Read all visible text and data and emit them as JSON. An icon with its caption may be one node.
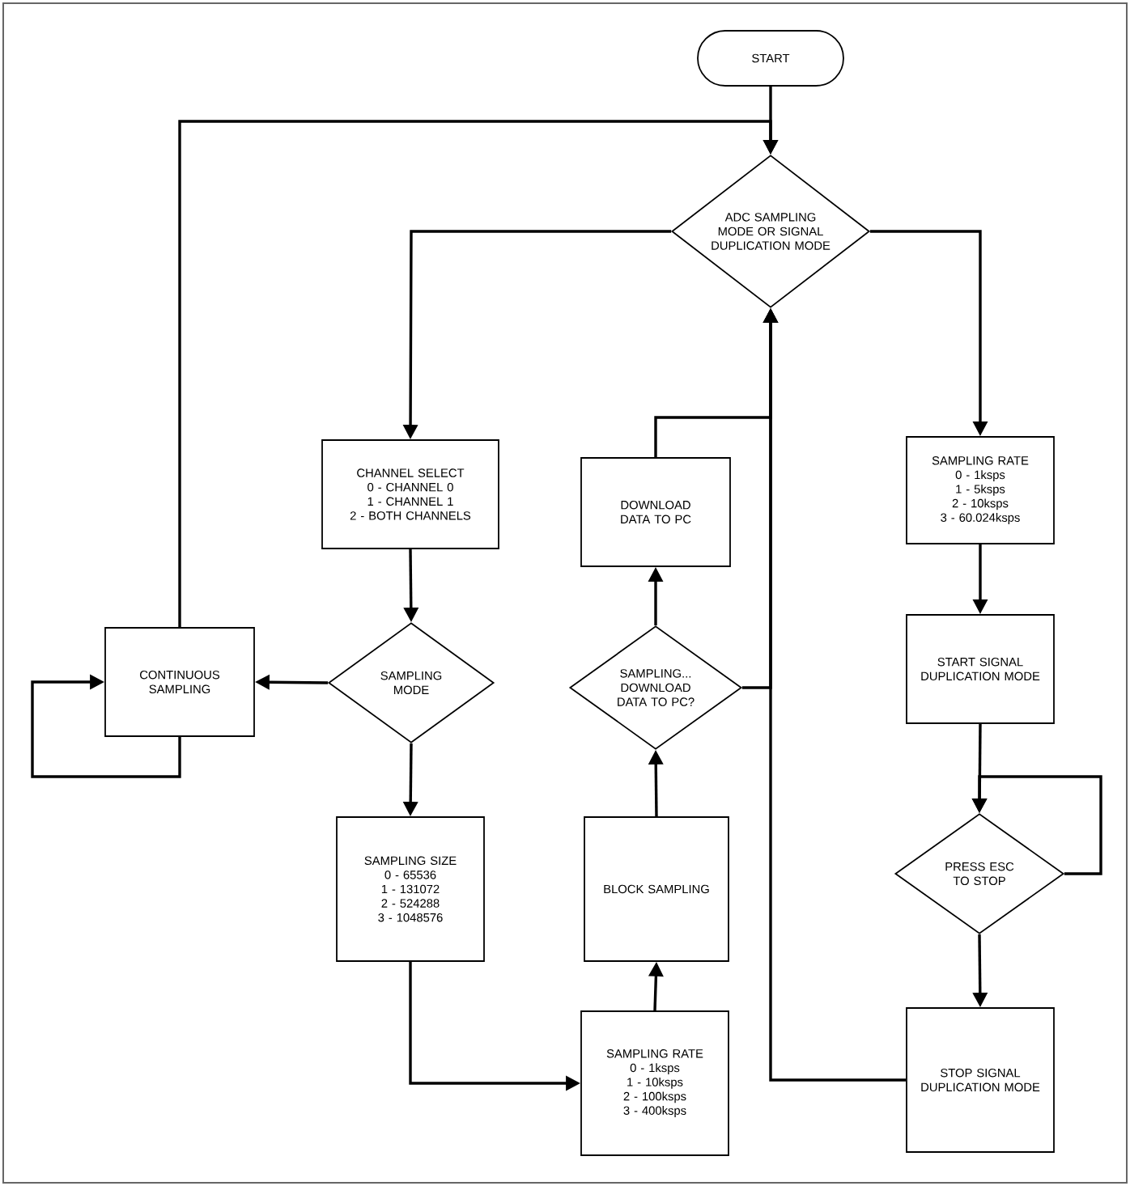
{
  "diagram": {
    "nodes": [
      {
        "text": [
          "START"
        ]
      },
      {
        "text": [
          "ADC SAMPLING MODE OR SIGNAL DUPLICATION MODE"
        ]
      },
      {
        "text": [
          "CHANNEL SELECT",
          "0 - CHANNEL 0",
          "1 - CHANNEL 1",
          "2 - BOTH CHANNELS"
        ]
      },
      {
        "text": [
          "SAMPLING MODE"
        ]
      },
      {
        "text": [
          "CONTINUOUS SAMPLING"
        ]
      },
      {
        "text": [
          "SAMPLING SIZE",
          "0 - 65536",
          "1 - 131072",
          "2 - 524288",
          "3 - 1048576"
        ]
      },
      {
        "text": [
          "SAMPLING RATE",
          "0 - 1ksps",
          "1 - 10ksps",
          "2 - 100ksps",
          "3 - 400ksps"
        ]
      },
      {
        "text": [
          "BLOCK SAMPLING"
        ]
      },
      {
        "text": [
          "SAMPLING... DOWNLOAD DATA TO PC?"
        ]
      },
      {
        "text": [
          "DOWNLOAD DATA TO PC"
        ]
      },
      {
        "text": [
          "SAMPLING RATE",
          "0 - 1ksps",
          "1 - 5ksps",
          "2 - 10ksps",
          "3 - 60.024ksps"
        ]
      },
      {
        "text": [
          "START SIGNAL DUPLICATION MODE"
        ]
      },
      {
        "text": [
          "PRESS ESC TO STOP"
        ]
      },
      {
        "text": [
          "STOP SIGNAL DUPLICATION MODE"
        ]
      }
    ],
    "edges": [
      {
        "from": 0,
        "to": 1,
        "arrow": "to"
      },
      {
        "from": 4,
        "to": 1,
        "arrow": "to"
      },
      {
        "from": 1,
        "to": 2,
        "arrow": "to"
      },
      {
        "from": 1,
        "to": 10,
        "arrow": "to"
      },
      {
        "from": 2,
        "to": 3,
        "arrow": "to"
      },
      {
        "from": 3,
        "to": 4,
        "arrow": "to"
      },
      {
        "from": 4,
        "to": 4,
        "arrow": "to"
      },
      {
        "from": 3,
        "to": 5,
        "arrow": "to"
      },
      {
        "from": 5,
        "to": 6,
        "arrow": "to"
      },
      {
        "from": 6,
        "to": 7,
        "arrow": "to"
      },
      {
        "from": 7,
        "to": 8,
        "arrow": "to"
      },
      {
        "from": 8,
        "to": 9,
        "arrow": "to"
      },
      {
        "from": 9,
        "to": 1,
        "arrow": "to"
      },
      {
        "from": 8,
        "to": 1,
        "arrow": "to"
      },
      {
        "from": 13,
        "to": 1,
        "arrow": "to"
      },
      {
        "from": 10,
        "to": 11,
        "arrow": "to"
      },
      {
        "from": 11,
        "to": 12,
        "arrow": "to"
      },
      {
        "from": 12,
        "to": 12,
        "arrow": "to"
      },
      {
        "from": 12,
        "to": 13,
        "arrow": "to"
      }
    ]
  }
}
